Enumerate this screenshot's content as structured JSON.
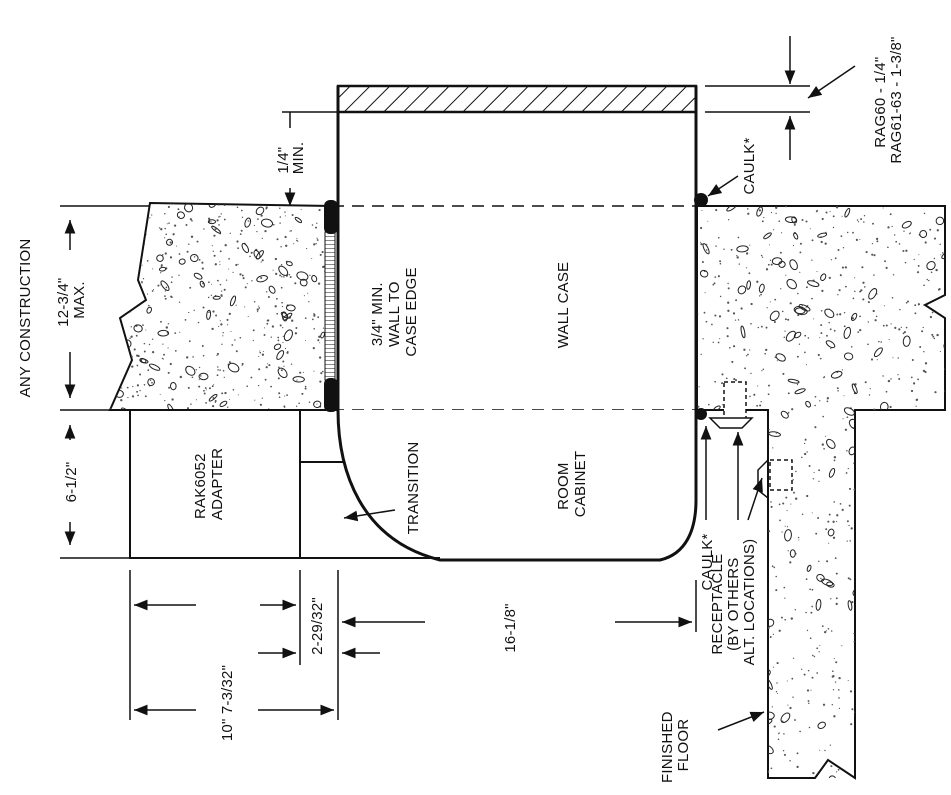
{
  "diagram": {
    "colors": {
      "ink": "#111111",
      "paper": "#ffffff",
      "concrete_dots": "#555555"
    },
    "labels": {
      "any_construction": "ANY CONSTRUCTION",
      "wall_thickness": [
        "12-3/4\"",
        "MAX."
      ],
      "adapter_depth": "6-1/2\"",
      "adapter": [
        "RAK6052",
        "ADAPTER"
      ],
      "transition": "TRANSITION",
      "room_cabinet": [
        "ROOM",
        "CABINET"
      ],
      "wall_case": "WALL CASE",
      "wall_to_case_edge": [
        "3/4\" MIN.",
        "WALL TO",
        "CASE EDGE"
      ],
      "min_quarter": [
        "1/4\"",
        "MIN."
      ],
      "caulk_top": "CAULK*",
      "caulk_bottom": "CAULK*",
      "rag_dims": [
        "RAG60       - 1/4\"",
        "RAG61-63 - 1-3/8\""
      ],
      "dim_16_1_8": "16-1/8\"",
      "dim_2_29_32": "2-29/32\"",
      "dim_10_7_3_32": "10\" 7-3/32\"",
      "receptacle": [
        "RECEPTACLE",
        "(BY OTHERS",
        "ALT. LOCATIONS)"
      ],
      "finished_floor": [
        "FINISHED",
        "FLOOR"
      ]
    }
  }
}
